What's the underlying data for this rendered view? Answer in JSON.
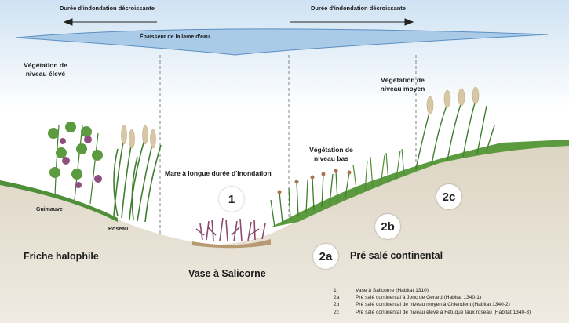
{
  "colors": {
    "water": "#a9cbe8",
    "water_edge": "#5c8fc0",
    "sky": "#cfe2f3",
    "mud": "#e3ddcf",
    "mud_dark": "#cbbfa7",
    "grass": "#4f8f3a",
    "grass_light": "#7fb35a",
    "salicornia": "#8a4a6e",
    "reed_head": "#d8c7a5",
    "rush_head": "#a7754d",
    "mallow_flower": "#8e4f7f",
    "text": "#1b1b1b"
  },
  "arrows": {
    "left_label": "Durée d'indondation décroissante",
    "right_label": "Durée d'indondation décroissante"
  },
  "water": {
    "label": "Épaisseur de la lame d'eau"
  },
  "vegetation": {
    "high": "Végétation de niveau élevé",
    "medium": "Végétation de niveau moyen",
    "low": "Végétation de niveau bas"
  },
  "plants": {
    "guimauve": "Guimauve",
    "roseau": "Roseau"
  },
  "pond_label": "Mare à longue durée  d'inondation",
  "zones": {
    "friche": "Friche halophile",
    "vase": "Vase à Salicorne",
    "pre": "Pré salé continental"
  },
  "badges": {
    "b1": "1",
    "b2a": "2a",
    "b2b": "2b",
    "b2c": "2c"
  },
  "legend": [
    {
      "code": "1",
      "text": "Vase à Salicorne (Habitat 1310)"
    },
    {
      "code": "2a",
      "text": "Pré salé continental à Jonc de Gérard (Habitat 1340-1)"
    },
    {
      "code": "2b",
      "text": "Pré salé continental de niveau moyen à Chiendent (Habitat 1340-2)"
    },
    {
      "code": "2c",
      "text": "Pré salé continental de niveau élevé à Fétuque faux roseau (Habitat 1340-3)"
    }
  ]
}
